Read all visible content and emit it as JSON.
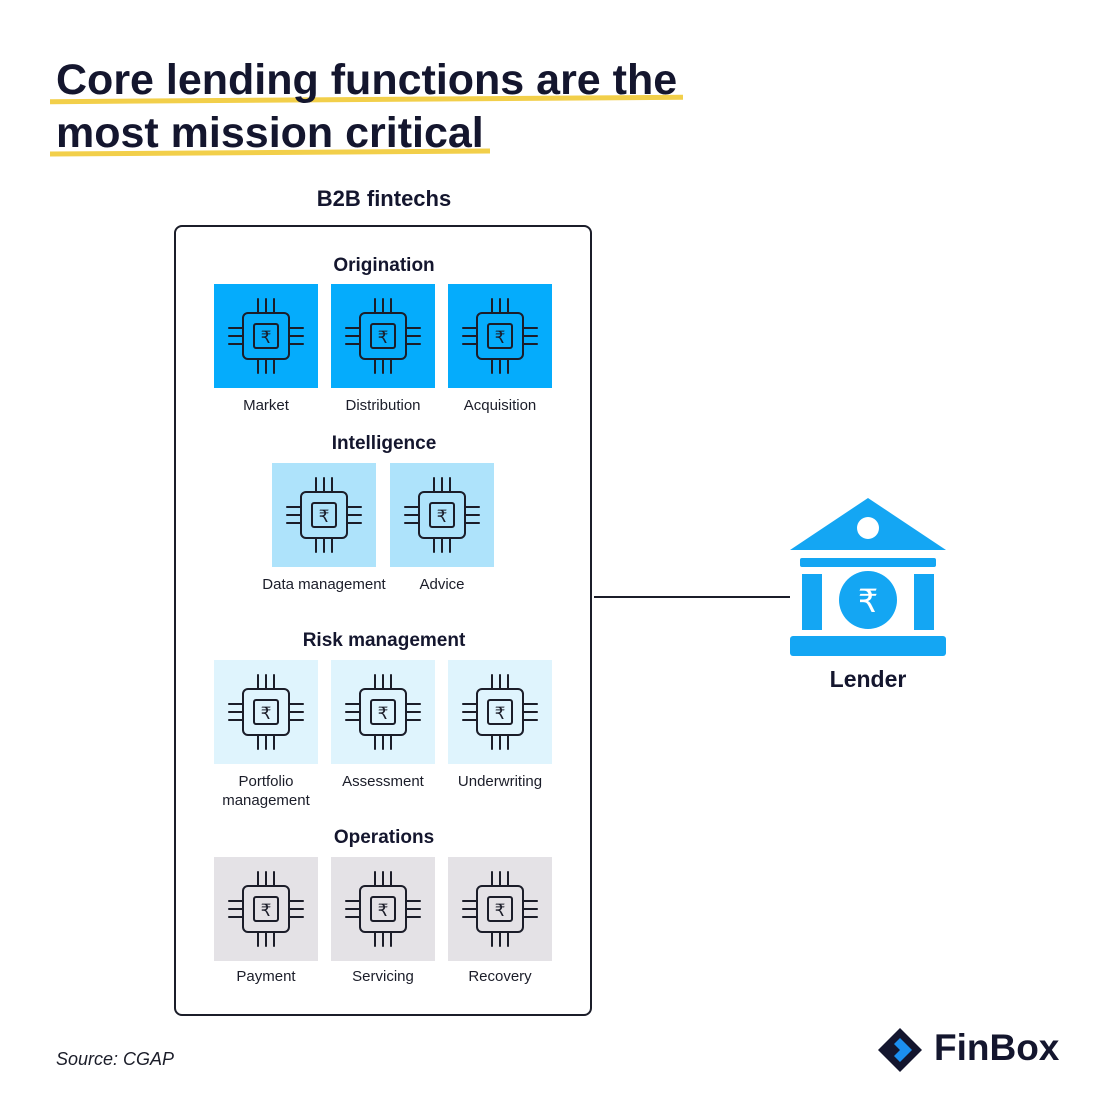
{
  "title": {
    "line1": "Core lending functions are the",
    "line2": "most mission critical"
  },
  "panel": {
    "label": "B2B fintechs",
    "sections": [
      {
        "title": "Origination",
        "color": "#05acfc",
        "items": [
          "Market",
          "Distribution",
          "Acquisition"
        ]
      },
      {
        "title": "Intelligence",
        "color": "#aee3fb",
        "items": [
          "Data management",
          "Advice"
        ]
      },
      {
        "title": "Risk management",
        "color": "#dff4fd",
        "items": [
          "Portfolio management",
          "Assessment",
          "Underwriting"
        ]
      },
      {
        "title": "Operations",
        "color": "#e4e2e6",
        "items": [
          "Payment",
          "Servicing",
          "Recovery"
        ]
      }
    ]
  },
  "lender": {
    "label": "Lender",
    "color": "#14a6f3"
  },
  "source": "Source: CGAP",
  "brand": {
    "name": "FinBox",
    "color_dark": "#14162e",
    "color_accent": "#1b8ff0"
  },
  "icons": {
    "tile": "rupee-chip-icon",
    "bank": "bank-rupee-icon",
    "logo": "finbox-logo-icon"
  }
}
